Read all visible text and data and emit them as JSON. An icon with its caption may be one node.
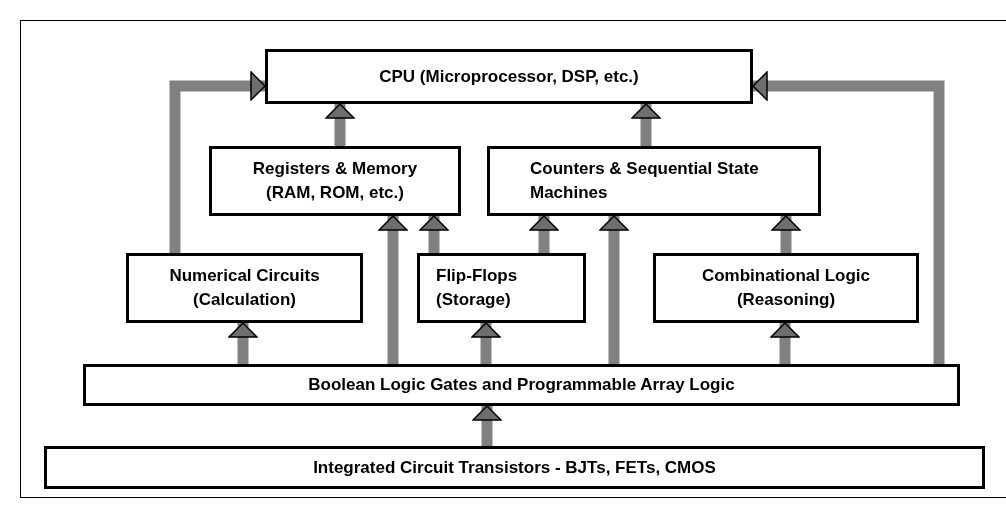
{
  "diagram": {
    "nodes": [
      {
        "text": [
          "CPU (Microprocessor, DSP, etc.)"
        ]
      },
      {
        "text": [
          "Registers & Memory (RAM, ROM, etc.)"
        ]
      },
      {
        "text": [
          "Counters & Sequential State Machines"
        ]
      },
      {
        "text": [
          "Numerical Circuits (Calculation)"
        ]
      },
      {
        "text": [
          "Flip-Flops (Storage)"
        ]
      },
      {
        "text": [
          "Combinational Logic (Reasoning)"
        ]
      },
      {
        "text": [
          "Boolean Logic Gates and Programmable Array Logic"
        ]
      },
      {
        "text": [
          "Integrated Circuit Transistors - BJTs, FETs, CMOS"
        ]
      }
    ],
    "edges": [
      {
        "from": 7,
        "to": 6,
        "arrow": "to"
      },
      {
        "from": 6,
        "to": 3,
        "arrow": "to"
      },
      {
        "from": 6,
        "to": 1,
        "arrow": "to"
      },
      {
        "from": 6,
        "to": 4,
        "arrow": "to"
      },
      {
        "from": 6,
        "to": 2,
        "arrow": "to"
      },
      {
        "from": 6,
        "to": 5,
        "arrow": "to"
      },
      {
        "from": 6,
        "to": 0,
        "arrow": "to"
      },
      {
        "from": 3,
        "to": 0,
        "arrow": "to"
      },
      {
        "from": 4,
        "to": 1,
        "arrow": "to"
      },
      {
        "from": 4,
        "to": 2,
        "arrow": "to"
      },
      {
        "from": 5,
        "to": 2,
        "arrow": "to"
      },
      {
        "from": 1,
        "to": 0,
        "arrow": "to"
      },
      {
        "from": 2,
        "to": 0,
        "arrow": "to"
      }
    ]
  }
}
